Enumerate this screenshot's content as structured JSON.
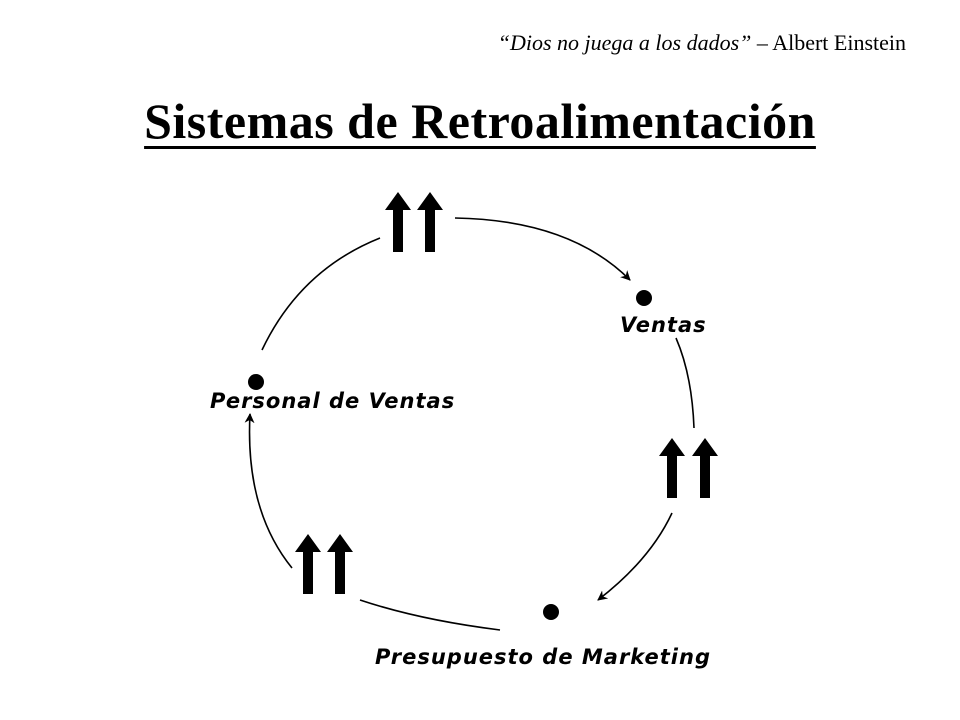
{
  "header": {
    "quote_text": "“Dios no juega a los dados”",
    "quote_author": "– Albert Einstein"
  },
  "title": "Sistemas de Retroalimentación",
  "diagram": {
    "nodes": [
      {
        "id": "ventas",
        "label": "Ventas"
      },
      {
        "id": "presupuesto",
        "label": "Presupuesto de Marketing"
      },
      {
        "id": "personal",
        "label": "Personal de Ventas"
      }
    ],
    "increase_markers": [
      {
        "between": [
          "personal",
          "ventas"
        ],
        "symbol": "double-up-arrow"
      },
      {
        "between": [
          "ventas",
          "presupuesto"
        ],
        "symbol": "double-up-arrow"
      },
      {
        "between": [
          "presupuesto",
          "personal"
        ],
        "symbol": "double-up-arrow"
      }
    ],
    "colors": {
      "ink": "#000000",
      "background": "#ffffff"
    }
  }
}
